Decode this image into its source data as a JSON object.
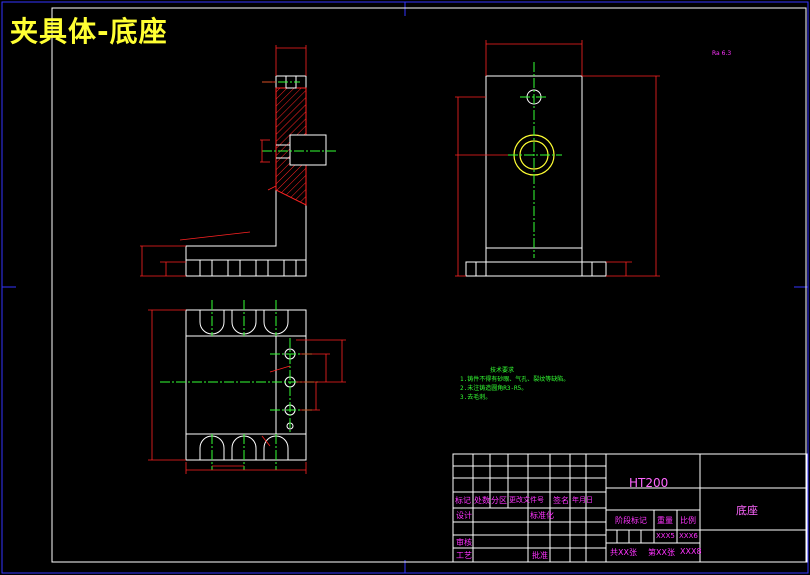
{
  "drawing": {
    "title": "夹具体-底座",
    "roughness_mark": "Ra 6.3",
    "tech_notes": {
      "heading": "技术要求",
      "items": [
        "1.铸件不得有砂眼、气孔、裂纹等缺陷。",
        "2.未注铸造圆角R3-R5。",
        "3.去毛刺。"
      ]
    }
  },
  "title_block": {
    "material": "HT200",
    "part_name": "底座",
    "row_labels": {
      "mark": "标记",
      "count": "处数",
      "zone": "分区",
      "change_doc": "更改文件号",
      "sign": "签名",
      "date": "年月日",
      "design": "设计",
      "standardize": "标准化",
      "review": "审核",
      "process": "工艺",
      "approve": "批准"
    },
    "stage_label": "阶段标记",
    "weight_label": "重量",
    "scale_label": "比例",
    "weight_value": "XXX5",
    "scale_value": "XXX6",
    "sheet_total": "共XX张",
    "sheet_no": "第XX张",
    "code": "XXX8"
  },
  "colors": {
    "outline": "#ffffff",
    "dimension": "#ff2222",
    "centerline": "#33ff33",
    "title": "#ffff33",
    "frame": "#3333ff",
    "block_text": "#ff33ff"
  }
}
